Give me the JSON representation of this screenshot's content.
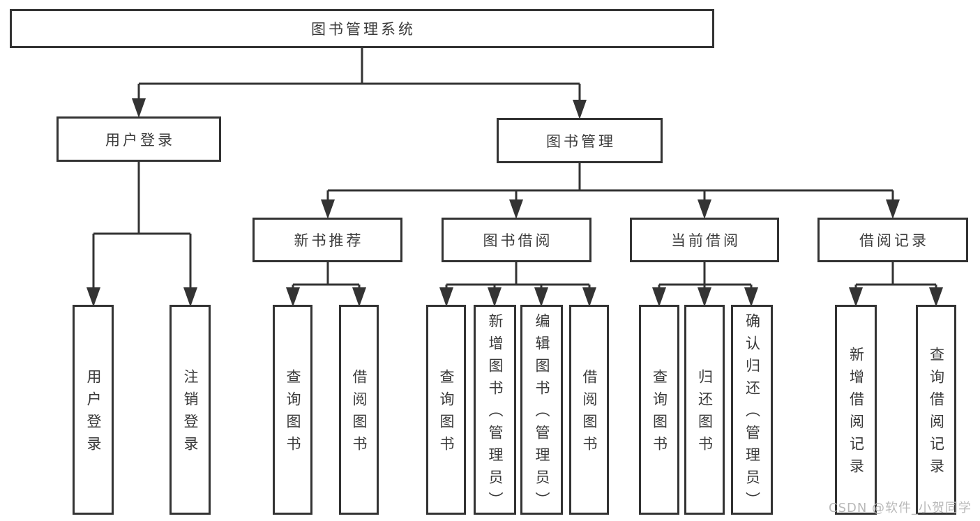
{
  "colors": {
    "line": "#333333",
    "text": "#3a3a3a",
    "box-bg": "#ffffff",
    "page-bg": "#ffffff",
    "watermark": "#b9b9b9"
  },
  "root": {
    "label": "图书管理系统"
  },
  "level2": {
    "user_login": {
      "label": "用户登录"
    },
    "book_management": {
      "label": "图书管理"
    }
  },
  "level3": {
    "new_book_recommend": {
      "label": "新书推荐"
    },
    "book_borrowing": {
      "label": "图书借阅"
    },
    "current_borrowing": {
      "label": "当前借阅"
    },
    "borrowing_records": {
      "label": "借阅记录"
    }
  },
  "leaves": {
    "login": {
      "label": "用户登录"
    },
    "logout": {
      "label": "注销登录"
    },
    "recommend_query_books": {
      "label": "查询图书"
    },
    "recommend_borrow_books": {
      "label": "借阅图书"
    },
    "borrowing_query_books": {
      "label": "查询图书"
    },
    "borrowing_add_books": {
      "label": "新增图书（管理员）"
    },
    "borrowing_edit_books": {
      "label": "编辑图书（管理员）"
    },
    "borrowing_borrow_books": {
      "label": "借阅图书"
    },
    "current_query_books": {
      "label": "查询图书"
    },
    "current_return_books": {
      "label": "归还图书"
    },
    "current_confirm_return": {
      "label": "确认归还（管理员）"
    },
    "records_add_record": {
      "label": "新增借阅记录"
    },
    "records_query_record": {
      "label": "查询借阅记录"
    }
  },
  "watermark": {
    "label": "CSDN @软件_小贺同学"
  }
}
